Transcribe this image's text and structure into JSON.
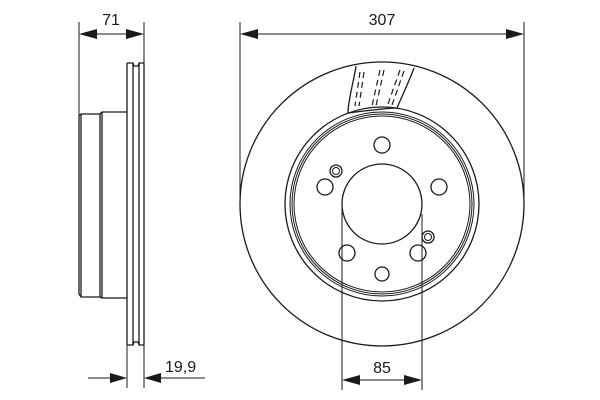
{
  "title": "Brake disc technical drawing",
  "colors": {
    "line": "#1a1a1a",
    "background": "#ffffff"
  },
  "dimensions": {
    "height": {
      "label": "71"
    },
    "diameter": {
      "label": "307"
    },
    "thickness": {
      "label": "19,9"
    },
    "center_bore": {
      "label": "85"
    }
  },
  "views": {
    "side": {
      "name": "side-view"
    },
    "front": {
      "name": "front-view",
      "bolt_holes": 6,
      "locator_holes": 2
    }
  }
}
